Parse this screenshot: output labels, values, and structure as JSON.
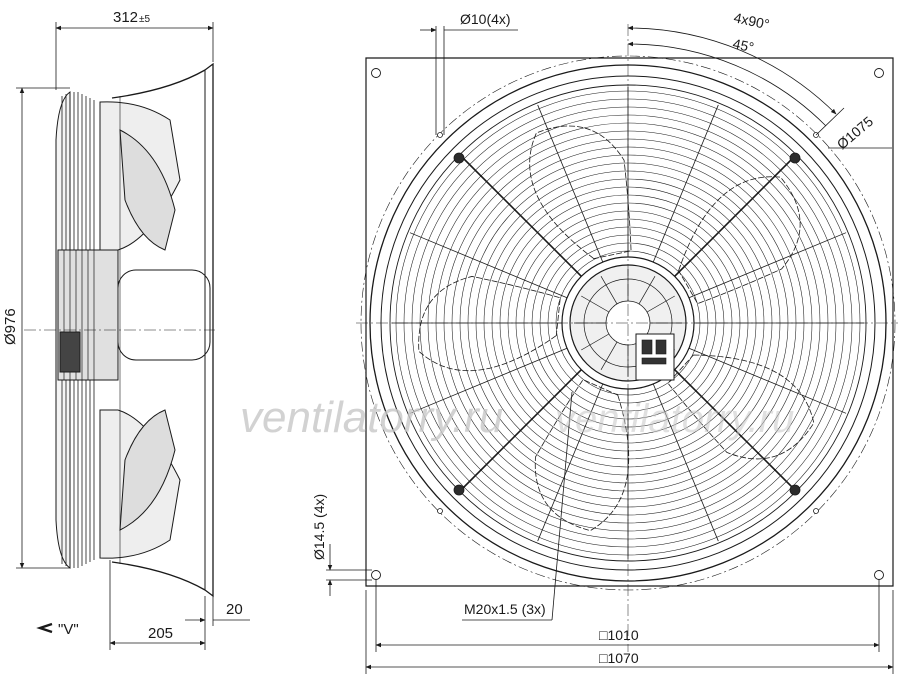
{
  "dimensions": {
    "side_depth": "312",
    "side_depth_tol": "±5",
    "side_height": "Ø976",
    "side_depth_base": "205",
    "side_flange": "20",
    "view_marker": "\"V\"",
    "hole_dia": "Ø10(4x)",
    "angle_pitch": "4x90°",
    "angle_offset": "45°",
    "bolt_circle": "Ø1075",
    "corner_hole": "Ø14.5 (4x)",
    "thread": "M20x1.5 (3x)",
    "inner_square": "□1010",
    "outer_square": "□1070"
  },
  "watermark": "ventilatorry.ru",
  "colors": {
    "line": "#1a1a1a",
    "thin": "#555555",
    "fill_dark": "#2b2b2b",
    "watermark": "#c8c8c8"
  }
}
